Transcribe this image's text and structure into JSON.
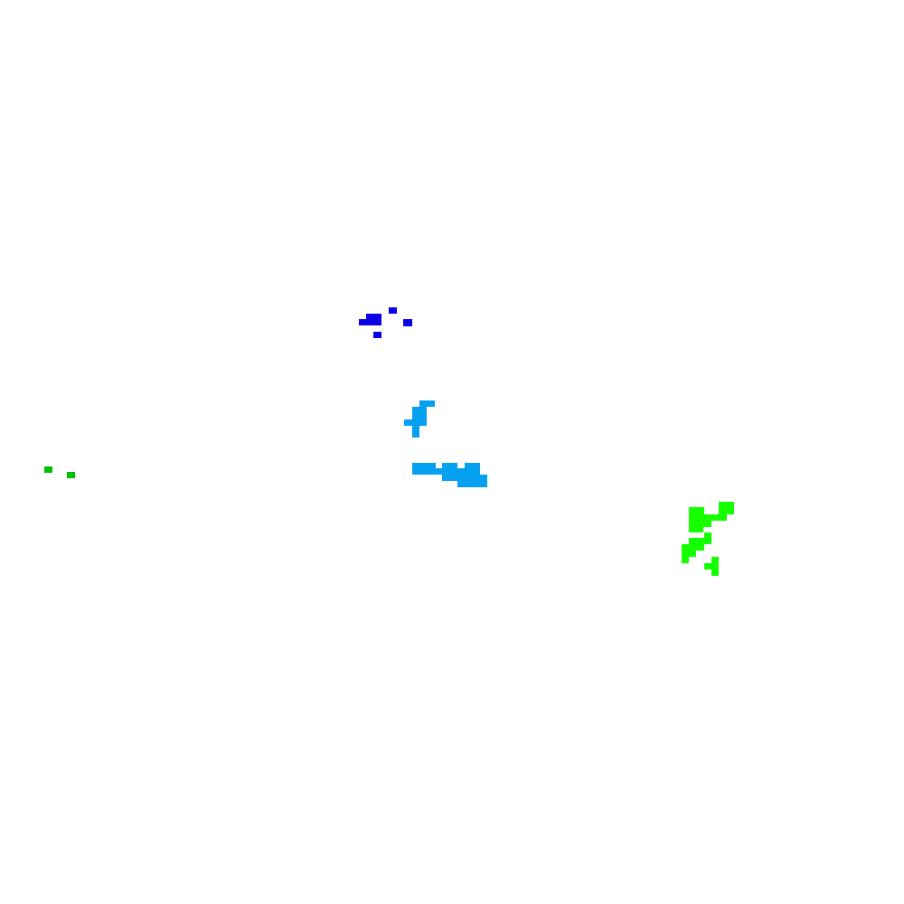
{
  "canvas": {
    "background": "#ffffff"
  },
  "blobs": [
    {
      "name": "blue-blob",
      "color": "#0a00e6"
    },
    {
      "name": "light-blue-blob-upper",
      "color": "#05a0f0"
    },
    {
      "name": "light-blue-blob-lower",
      "color": "#05a0f0"
    },
    {
      "name": "dark-green-blob",
      "color": "#00be00"
    },
    {
      "name": "bright-green-blob",
      "color": "#14ff00"
    }
  ]
}
